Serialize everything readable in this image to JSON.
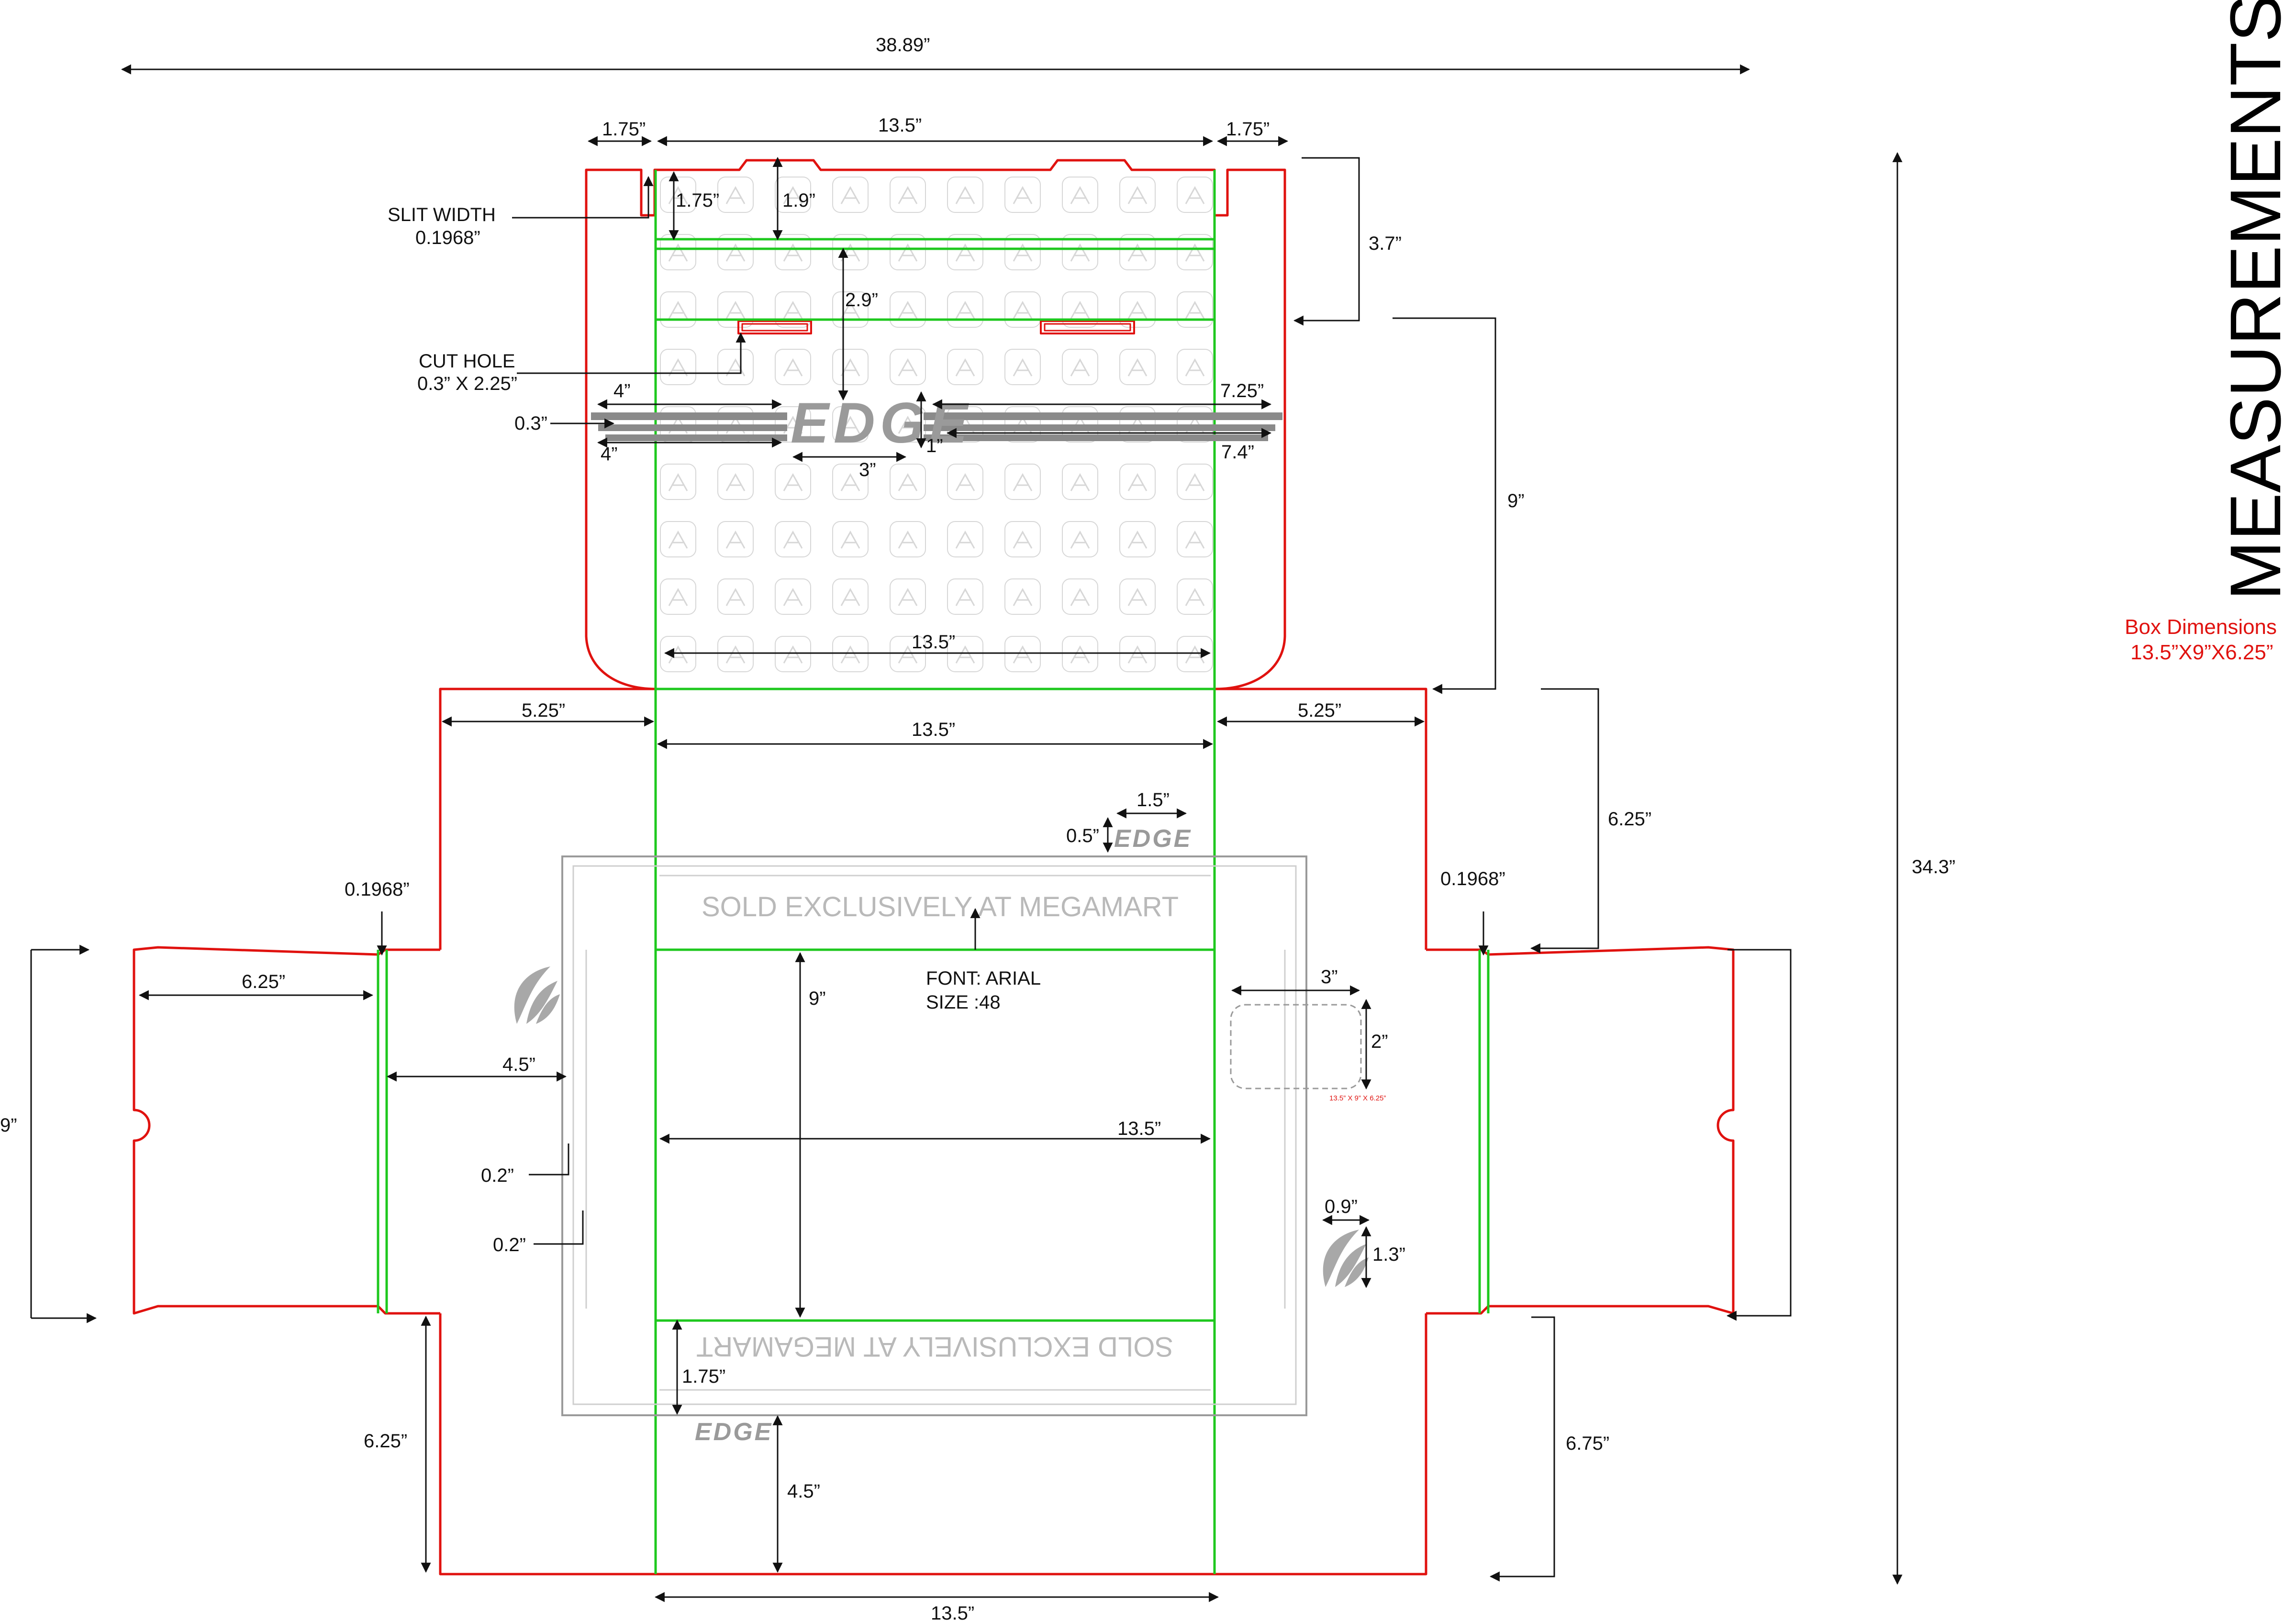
{
  "header": {
    "title": "MEASUREMENTS",
    "subtitle_line1": "Box Dimensions",
    "subtitle_line2": "13.5”X9”X6.25”"
  },
  "colors": {
    "cut_line": "#e0120f",
    "fold_line": "#1ec81e",
    "dimension_line": "#111111",
    "overlay": "#9a9a9a"
  },
  "dimensions": {
    "overall_width": "38.89”",
    "overall_height": "34.3”",
    "top_left_tab": "1.75”",
    "top_center": "13.5”",
    "top_right_tab": "1.75”",
    "tuck_depth": "1.75”",
    "tuck_depth2": "1.9”",
    "lid_flap": "3.7”",
    "lid_to_slot": "2.9”",
    "lid_panel": "9”",
    "left_stripe_top": "4”",
    "left_stripe_bottom": "4”",
    "stripe_gap": "0.3”",
    "right_stripe_top": "7.25”",
    "right_stripe_bottom": "7.4”",
    "logo_height": "1”",
    "logo_width": "3”",
    "lid_bottom_width": "13.5”",
    "side_flap_left": "5.25”",
    "back_panel_width": "13.5”",
    "side_flap_right": "5.25”",
    "back_height": "6.25”",
    "small_logo_width": "1.5”",
    "small_logo_height": "0.5”",
    "left_slit": "0.1968”",
    "right_slit": "0.1968”",
    "left_end_flap": "6.25”",
    "inner_flap": "4.5”",
    "gap_a": "0.2”",
    "gap_b": "0.2”",
    "base_height": "9”",
    "left_side_height": "9”",
    "base_width": "13.5”",
    "label_width": "3”",
    "label_height": "2”",
    "icon_width": "0.9”",
    "icon_height": "1.3”",
    "front_small": "1.75”",
    "front_lower": "4.5”",
    "front_height_left": "6.25”",
    "front_height_right": "6.75”",
    "bottom_width": "13.5”"
  },
  "annotations": {
    "slit_title": "SLIT WIDTH",
    "slit_value": "0.1968”",
    "cut_hole_title": "CUT HOLE",
    "cut_hole_value": "0.3” X 2.25”",
    "font_name": "FONT: ARIAL",
    "font_size": "SIZE :48",
    "label_caption": "13.5” X 9” X 6.25”"
  },
  "print": {
    "top_banner": "SOLD EXCLUSIVELY AT MEGAMART",
    "bottom_banner": "SOLD EXCLUSIVELY AT MEGAMART",
    "brand": "EDGE"
  }
}
